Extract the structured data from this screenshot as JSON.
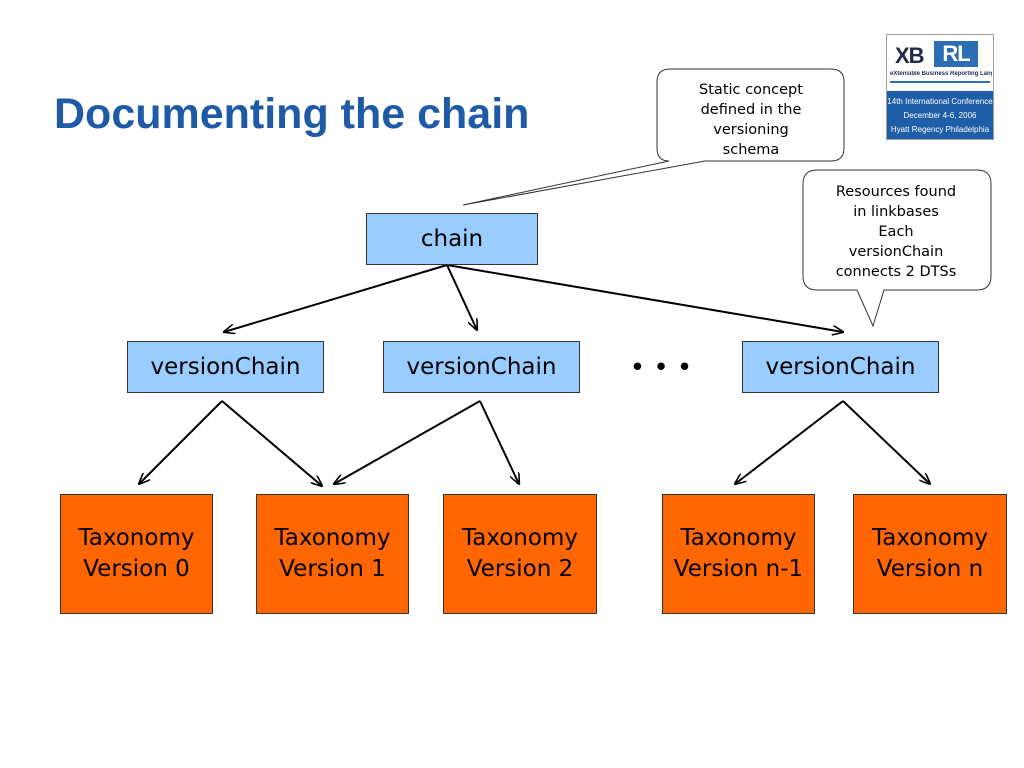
{
  "title": "Documenting the chain",
  "logo": {
    "brand_a": "XB",
    "brand_b": "RL",
    "tagline": "eXtensible Business Reporting Language",
    "lines": [
      "14th International Conference",
      "December 4-6, 2006",
      "Hyatt Regency Philadelphia"
    ]
  },
  "root": {
    "label": "chain"
  },
  "version_chains": [
    {
      "label": "versionChain"
    },
    {
      "label": "versionChain"
    },
    {
      "label": "versionChain"
    }
  ],
  "ellipsis": "• • •",
  "taxonomies": [
    {
      "line1": "Taxonomy",
      "line2": "Version 0"
    },
    {
      "line1": "Taxonomy",
      "line2": "Version 1"
    },
    {
      "line1": "Taxonomy",
      "line2": "Version 2"
    },
    {
      "line1": "Taxonomy",
      "line2": "Version n-1"
    },
    {
      "line1": "Taxonomy",
      "line2": "Version n"
    }
  ],
  "callouts": {
    "static_concept": {
      "lines": [
        "Static concept",
        "defined in the",
        "versioning",
        "schema"
      ]
    },
    "resources": {
      "lines": [
        "Resources found",
        "in linkbases",
        "Each",
        "versionChain",
        "connects 2 DTSs"
      ]
    }
  }
}
